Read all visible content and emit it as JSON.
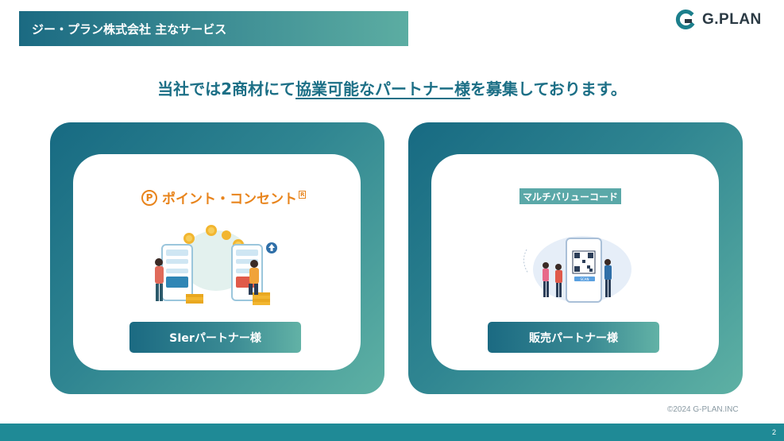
{
  "header": {
    "title": "ジー・プラン株式会社 主なサービス"
  },
  "logo": {
    "text": "G.PLAN"
  },
  "headline": {
    "before": "当社では2商材にて",
    "highlight": "協業可能なパートナー様",
    "after": "を募集しております。"
  },
  "cards": [
    {
      "brand": "ポイント・コンセント",
      "brand_badge": "R",
      "brand_icon_letter": "P",
      "button_label": "SIerパートナー様"
    },
    {
      "brand": "マルチバリューコード",
      "scan_label": "SCAN",
      "button_label": "販売パートナー様"
    }
  ],
  "colors": {
    "primary": "#1b6a82",
    "accent": "#5eb1a4",
    "orange": "#e8841c",
    "footer": "#1f8a96"
  },
  "footer": {
    "copyright": "©2024 G-PLAN.INC",
    "page": "2"
  }
}
